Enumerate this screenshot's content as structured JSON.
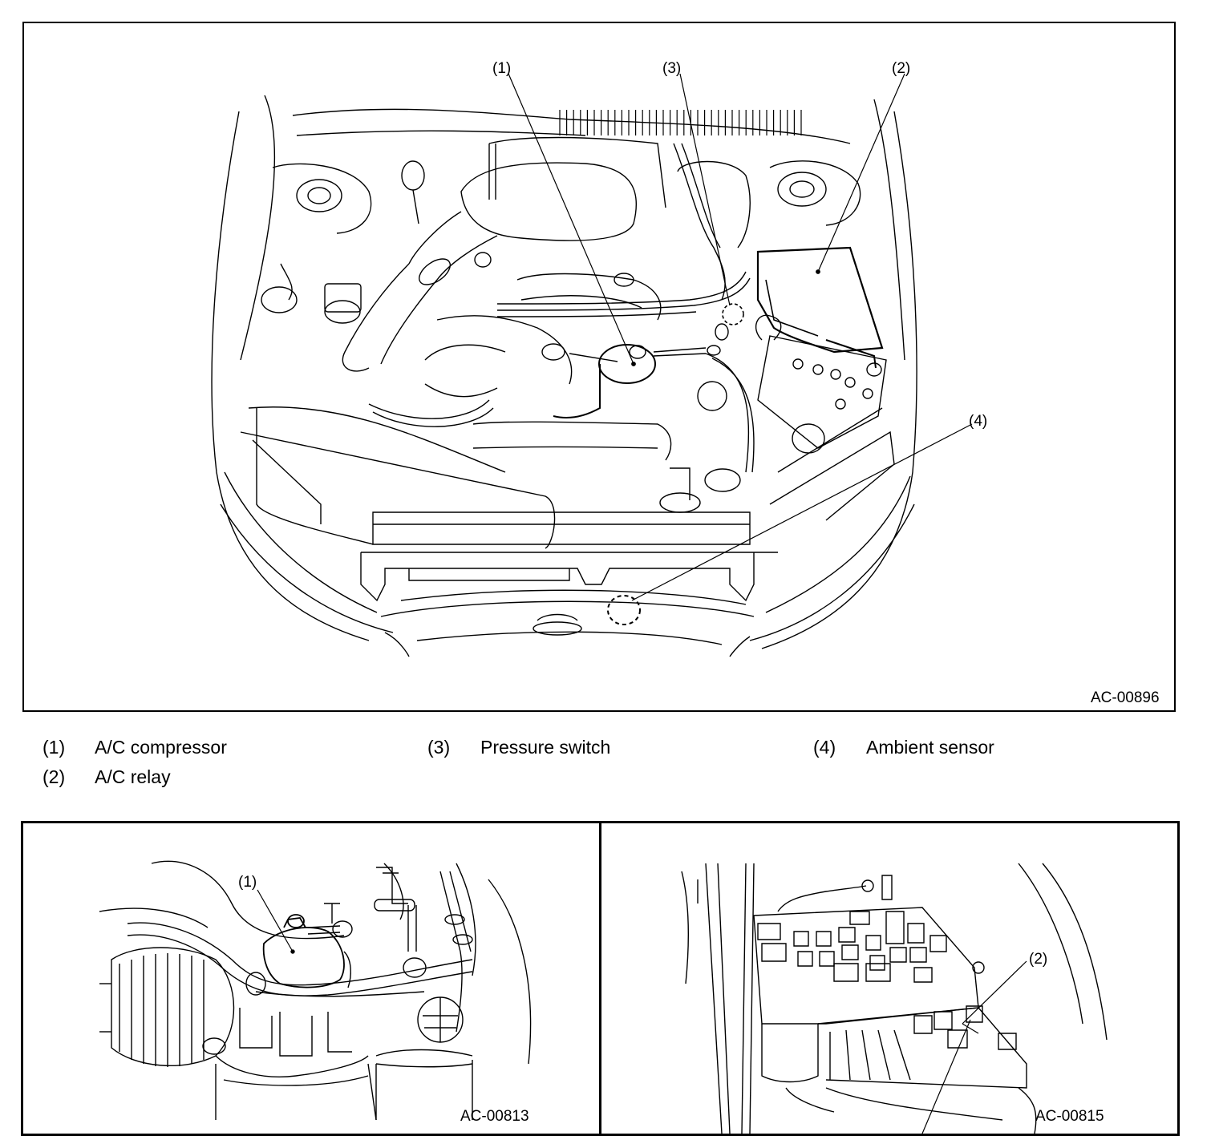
{
  "top_figure": {
    "code": "AC-00896",
    "callouts": {
      "c1": "(1)",
      "c2": "(2)",
      "c3": "(3)",
      "c4": "(4)"
    }
  },
  "legend": [
    {
      "num": "(1)",
      "text": "A/C compressor"
    },
    {
      "num": "(2)",
      "text": "A/C relay"
    },
    {
      "num": "(3)",
      "text": "Pressure switch"
    },
    {
      "num": "(4)",
      "text": "Ambient sensor"
    }
  ],
  "bottom_left_figure": {
    "code": "AC-00813",
    "callout": "(1)"
  },
  "bottom_right_figure": {
    "code": "AC-00815",
    "callout": "(2)"
  }
}
